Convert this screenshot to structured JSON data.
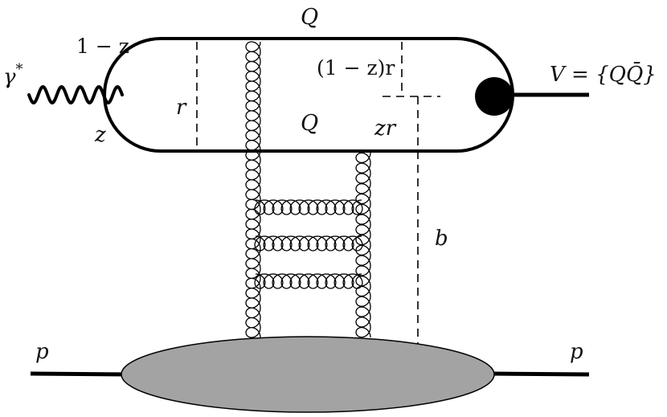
{
  "labels": {
    "photon_base": "γ",
    "photon_sup": "*",
    "one_minus_z": "1 − z",
    "z": "z",
    "qbar_base": "Q",
    "qbar_bar": "¯",
    "q": "Q",
    "r": "r",
    "one_minus_z_r": "(1 − z)r",
    "zr": "zr",
    "b": "b",
    "vector_meson": "V = {QQ̄}",
    "proton_in": "p",
    "proton_out": "p"
  },
  "colors": {
    "line": "#000000",
    "blob": "#a3a3a3",
    "background": "#ffffff"
  }
}
